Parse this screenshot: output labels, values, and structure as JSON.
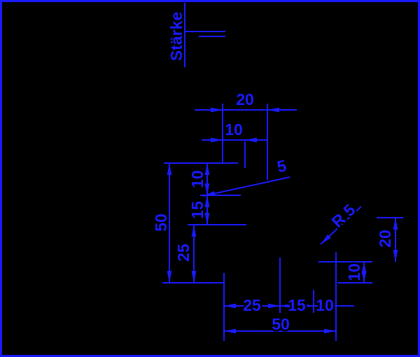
{
  "colors": {
    "background": "#000000",
    "line": "#1a1aff"
  },
  "labels": {
    "thickness_label": "Stärke",
    "top_width": "20",
    "top_inner_width": "10",
    "notch_depth": "5",
    "left_total_height": "50",
    "left_upper": "10",
    "left_middle": "15",
    "left_lower": "25",
    "fillet_radius": "R 5",
    "right_upper": "20",
    "right_lower": "10",
    "bottom_first": "25",
    "bottom_second": "15",
    "bottom_third": "10",
    "bottom_total": "50"
  }
}
